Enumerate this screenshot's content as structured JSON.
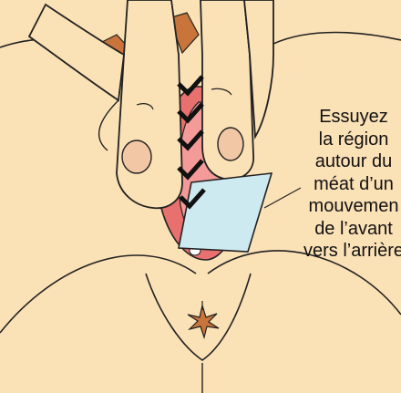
{
  "illustration": {
    "colors": {
      "skin": "#fbe1b6",
      "outline": "#222222",
      "hair": "#c8743a",
      "labia_outer": "#e8706e",
      "labia_inner": "#f49a98",
      "wipe": "#cdeaf0",
      "nail": "#f2c7a6"
    },
    "icons": [
      "checkmark-icon",
      "wipe-tissue-icon",
      "anus-icon"
    ],
    "check_count": 5
  },
  "caption": {
    "lines": [
      "Essuyez",
      "la région",
      "autour du",
      "méat d’un",
      "mouvemen",
      "de l’avant",
      "vers l’arrière"
    ]
  }
}
